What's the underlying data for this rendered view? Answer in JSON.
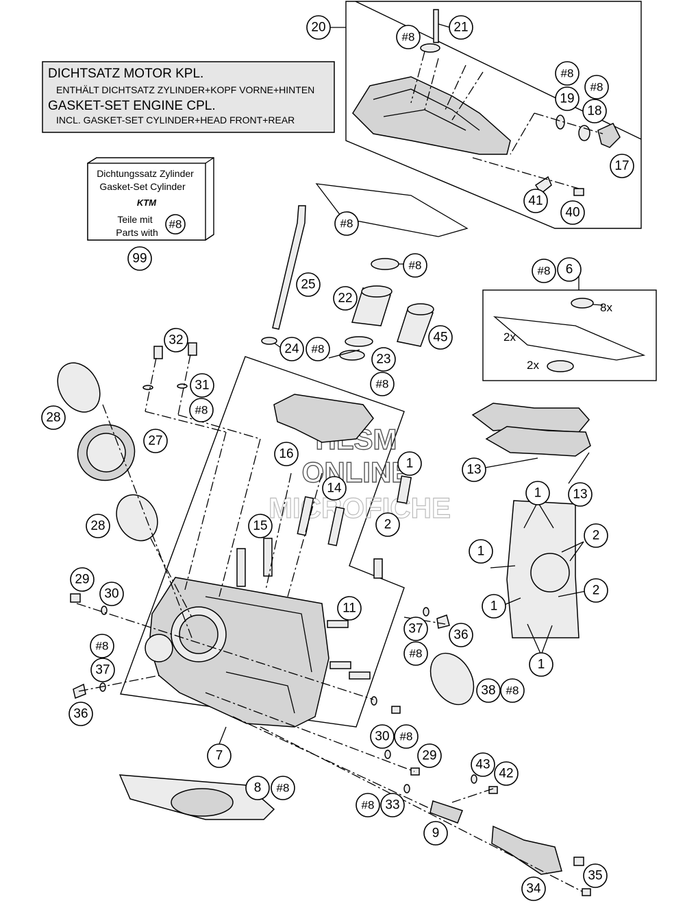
{
  "gasket_box": {
    "line1": "DICHTSATZ MOTOR KPL.",
    "line2": "ENTHÄLT DICHTSATZ ZYLINDER+KOPF VORNE+HINTEN",
    "line3": "GASKET-SET ENGINE CPL.",
    "line4": "INCL. GASKET-SET CYLINDER+HEAD FRONT+REAR"
  },
  "cylinder_kit_box": {
    "line1": "Dichtungssatz Zylinder",
    "line2": "Gasket-Set Cylinder",
    "logo": "KTM",
    "line3": "Teile mit",
    "line4": "Parts with",
    "ref": "#8",
    "number": "99"
  },
  "qty_labels": {
    "q1": "8x",
    "q2": "2x",
    "q3": "2x"
  },
  "watermark": {
    "line1": "HLSM",
    "line2": "ONLINE",
    "line3": "MICROFICHE"
  },
  "callouts": [
    "20",
    "21",
    "#8",
    "#8",
    "#8",
    "19",
    "18",
    "17",
    "41",
    "40",
    "#8",
    "#8",
    "25",
    "22",
    "45",
    "24",
    "#8",
    "23",
    "#8",
    "#8",
    "6",
    "32",
    "31",
    "#8",
    "28",
    "27",
    "16",
    "1",
    "14",
    "15",
    "2",
    "13",
    "13",
    "28",
    "1",
    "2",
    "1",
    "2",
    "1",
    "1",
    "29",
    "30",
    "11",
    "37",
    "36",
    "#8",
    "37",
    "36",
    "#8",
    "38",
    "#8",
    "30",
    "#8",
    "29",
    "7",
    "8",
    "#8",
    "43",
    "42",
    "#8",
    "33",
    "9",
    "35",
    "34",
    "99"
  ]
}
